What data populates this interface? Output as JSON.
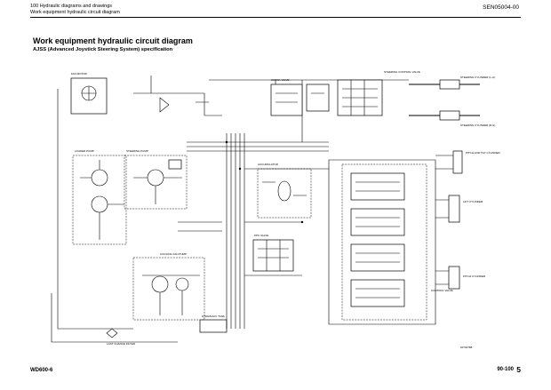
{
  "header": {
    "section": "100 Hydraulic diagrams and drawings",
    "subsection": "Work equipment hydraulic circuit diagram",
    "doc_code": "SEN05004-00"
  },
  "page": {
    "title": "Work equipment hydraulic circuit diagram",
    "subtitle": "AJSS (Advanced Joystick Steering System) specification"
  },
  "diagram": {
    "labels": {
      "steering_cylinder_l": "STEERING CYLINDER (L.H)",
      "steering_cylinder_r": "STEERING CYLINDER (R.H)",
      "pitch_tilt": "PITCH AND TILT CYLINDER",
      "lift": "LIFT CYLINDER",
      "pitch": "PITCH CYLINDER",
      "control_valve": "CONTROL VALVE",
      "steering_control_valve": "STEERING CONTROL VALVE",
      "check_valve": "CHECK VALVE",
      "fan_motor": "FAN MOTOR",
      "loader_pump": "LOADER PUMP",
      "steering_pump": "STEERING PUMP",
      "cooling_fan_pump": "COOLING FAN PUMP",
      "hydraulic_tank": "HYDRAULIC TANK",
      "filter": "LAST CHANCE FILTER",
      "accumulator": "ACCUMULATOR",
      "ppc_valve": "PPC VALVE"
    },
    "figure_code": "9JT04788"
  },
  "footer": {
    "model": "WD600-6",
    "page_ref": "90-100",
    "page_num": "5"
  }
}
